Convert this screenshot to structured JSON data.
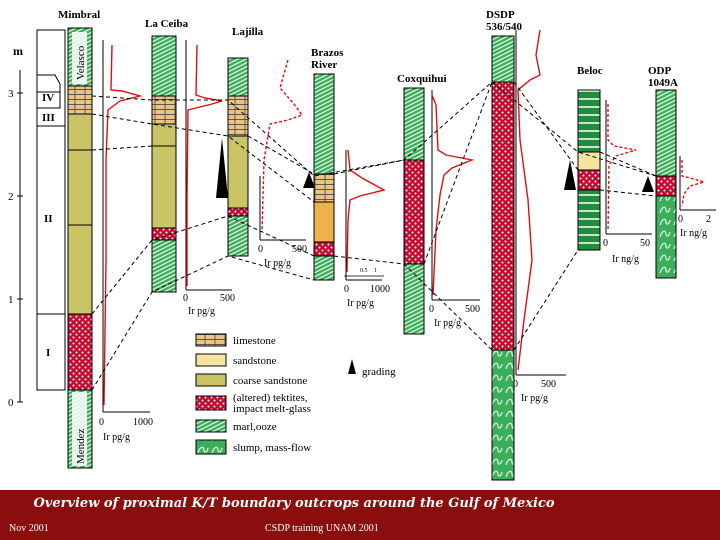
{
  "colors": {
    "limestone": "#e9c488",
    "sandstone": "#f5e4a0",
    "coarse_sandstone": "#c9c466",
    "tektite_red": "#c40a30",
    "marl_green": "#3cad5a",
    "ir_curve": "#dd1010",
    "caption_bar": "#8b0d0d"
  },
  "depth_scale": {
    "unit": "m",
    "ticks": [
      "0",
      "1",
      "2",
      "3"
    ],
    "units": [
      "IV",
      "III",
      "II",
      "I"
    ]
  },
  "sections": [
    {
      "name": "Mimbral",
      "formation_top": "Velasco",
      "formation_bottom": "Mendez"
    },
    {
      "name": "La Ceiba"
    },
    {
      "name": "Lajilla"
    },
    {
      "name": "Brazos River"
    },
    {
      "name": "Coxquihui"
    },
    {
      "name": "DSDP 536/540"
    },
    {
      "name": "Beloc"
    },
    {
      "name": "ODP 1049A"
    }
  ],
  "ir_axes": [
    {
      "ticks": [
        "0",
        "1000"
      ],
      "unit": "Ir pg/g"
    },
    {
      "ticks": [
        "0",
        "500"
      ],
      "unit": "Ir pg/g"
    },
    {
      "ticks": [
        "0",
        "500"
      ],
      "unit": "Ir pg/g"
    },
    {
      "ticks": [
        "0",
        "1000"
      ],
      "unit": "Ir pg/g",
      "inset_ticks": [
        "0.5",
        "1"
      ]
    },
    {
      "ticks": [
        "0",
        "500"
      ],
      "unit": "Ir pg/g"
    },
    {
      "ticks": [
        "0",
        "500"
      ],
      "unit": "Ir pg/g"
    },
    {
      "ticks": [
        "0",
        "50"
      ],
      "unit": "Ir ng/g"
    },
    {
      "ticks": [
        "0",
        "2"
      ],
      "unit": "Ir ng/g"
    }
  ],
  "legend": [
    {
      "label": "limestone",
      "pattern": "limestone"
    },
    {
      "label": "sandstone",
      "pattern": "sandstone"
    },
    {
      "label": "coarse sandstone",
      "pattern": "coarse_sandstone"
    },
    {
      "label": "(altered) tektites, impact melt-glass",
      "pattern": "tektite"
    },
    {
      "label": "marl,ooze",
      "pattern": "marl"
    },
    {
      "label": "slump, mass-flow",
      "pattern": "slump"
    }
  ],
  "grading_label": "grading",
  "caption": "Overview of proximal K/T boundary outcrops around the Gulf of Mexico",
  "footer": {
    "left": "Nov 2001",
    "center": "CSDP training UNAM 2001"
  }
}
